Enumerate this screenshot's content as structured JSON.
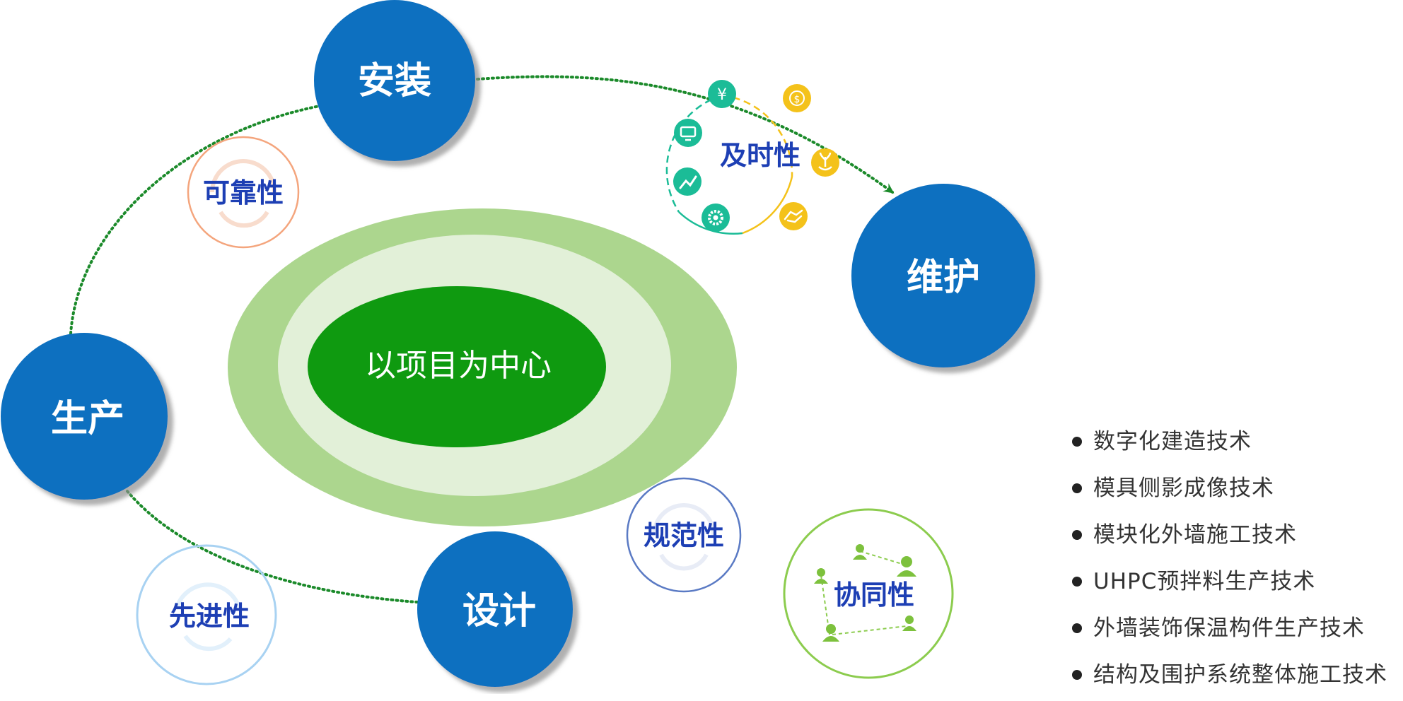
{
  "colors": {
    "stage_blue": "#0a6fc0",
    "center_dark": "#0f9a10",
    "center_mid": "#e2f0d8",
    "center_outer": "#acd68e",
    "label_blue": "#1d3fb4",
    "path_green": "#1b8a2a"
  },
  "center": {
    "label": "以项目为中心"
  },
  "stages": {
    "install": "安装",
    "maintain": "维护",
    "produce": "生产",
    "design": "设计"
  },
  "qualities": {
    "reliability": "可靠性",
    "timeliness": "及时性",
    "standardization": "规范性",
    "advanced": "先进性",
    "collaboration": "协同性"
  },
  "timeliness_icons": [
    "yuan-icon",
    "dollar-coin-icon",
    "plant-icon",
    "handshake-icon",
    "gear-icon",
    "chart-icon",
    "monitor-icon"
  ],
  "collaboration_icons": [
    "person-icon",
    "person-icon",
    "person-icon",
    "person-icon",
    "person-icon"
  ],
  "technologies": [
    "数字化建造技术",
    "模具侧影成像技术",
    "模块化外墙施工技术",
    "UHPC预拌料生产技术",
    "外墙装饰保温构件生产技术",
    "结构及围护系统整体施工技术"
  ]
}
